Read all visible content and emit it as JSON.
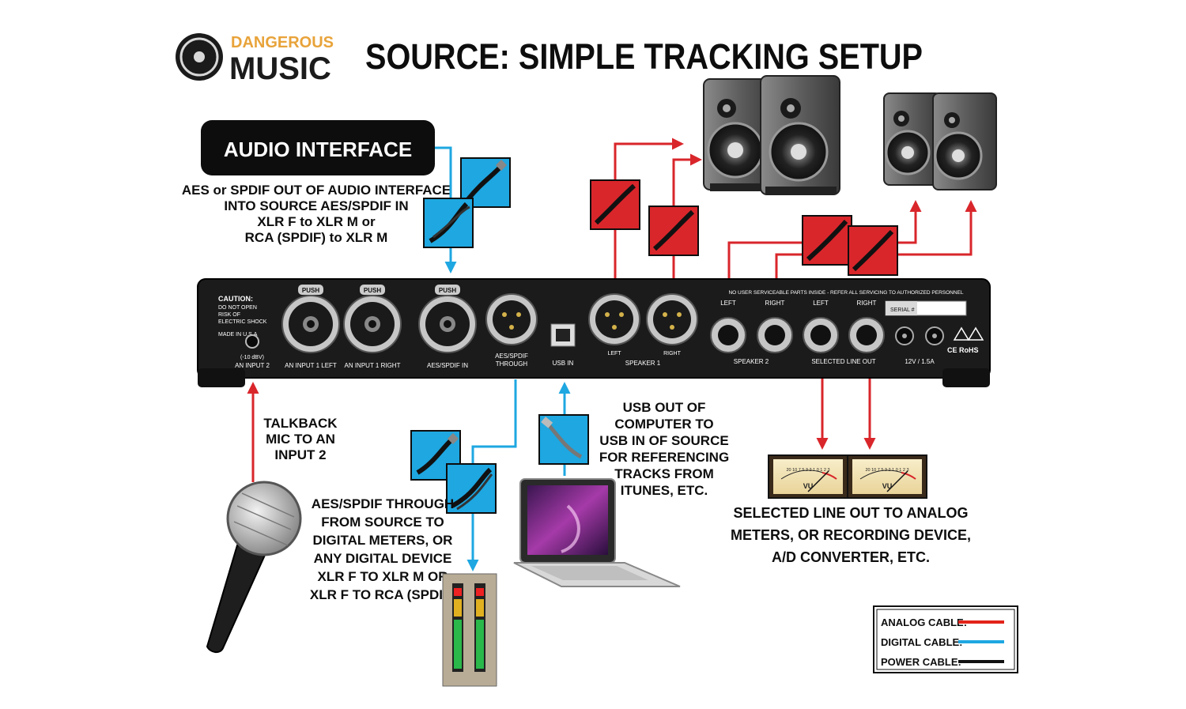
{
  "title": "SOURCE: SIMPLE TRACKING SETUP",
  "logo": {
    "line1": "DANGEROUS",
    "line2": "MUSIC"
  },
  "audio_interface": {
    "label": "AUDIO INTERFACE"
  },
  "aes_note": [
    "AES or SPDIF OUT OF AUDIO INTERFACE",
    "INTO SOURCE AES/SPDIF IN",
    "XLR F to XLR M or",
    "RCA (SPDIF) to XLR M"
  ],
  "talkback_note": [
    "TALKBACK",
    "MIC TO AN",
    "INPUT 2"
  ],
  "aes_through_note": [
    "AES/SPDIF THROUGH",
    "FROM SOURCE TO",
    "DIGITAL METERS, OR",
    "ANY DIGITAL DEVICE",
    "XLR F TO XLR M OR",
    "XLR F TO RCA (SPDIF)"
  ],
  "usb_note": [
    "USB OUT OF",
    "COMPUTER TO",
    "USB IN OF SOURCE",
    "FOR REFERENCING",
    "TRACKS FROM",
    "ITUNES, ETC."
  ],
  "line_out_note": [
    "SELECTED LINE OUT TO ANALOG",
    "METERS, OR RECORDING DEVICE,",
    "A/D CONVERTER, ETC."
  ],
  "device": {
    "caution": [
      "CAUTION:",
      "DO NOT OPEN",
      "RISK OF",
      "ELECTRIC SHOCK"
    ],
    "made_in": "MADE IN U.S.A",
    "warning": "NO USER SERVICEABLE PARTS INSIDE - REFER ALL SERVICING TO AUTHORIZED PERSONNEL",
    "serial": "SERIAL #",
    "push": "PUSH",
    "an_input_2": {
      "level": "(-10 dBV)",
      "label": "AN INPUT 2"
    },
    "an_input_1_left": "AN INPUT 1 LEFT",
    "an_input_1_right": "AN INPUT 1 RIGHT",
    "aes_in": "AES/SPDIF IN",
    "aes_through": [
      "AES/SPDIF",
      "THROUGH"
    ],
    "usb_in": "USB IN",
    "left": "LEFT",
    "right": "RIGHT",
    "speaker_1": "SPEAKER 1",
    "speaker_2": "SPEAKER 2",
    "selected_line_out": "SELECTED LINE OUT",
    "power": "12V / 1.5A",
    "ce": "CE RoHS"
  },
  "vu_meter": {
    "label": "VU",
    "scale": "20 10 7 5 3 2 1 0 1 2 3"
  },
  "legend": {
    "items": [
      {
        "label": "ANALOG CABLE:",
        "color": "#e2231a"
      },
      {
        "label": "DIGITAL CABLE:",
        "color": "#1ea7e1"
      },
      {
        "label": "POWER CABLE:",
        "color": "#111111"
      }
    ]
  },
  "colors": {
    "analog": "#d9262b",
    "digital": "#1ea7e1",
    "power": "#111111",
    "chassis": "#1b1b1b",
    "accent": "#e8a33a"
  }
}
